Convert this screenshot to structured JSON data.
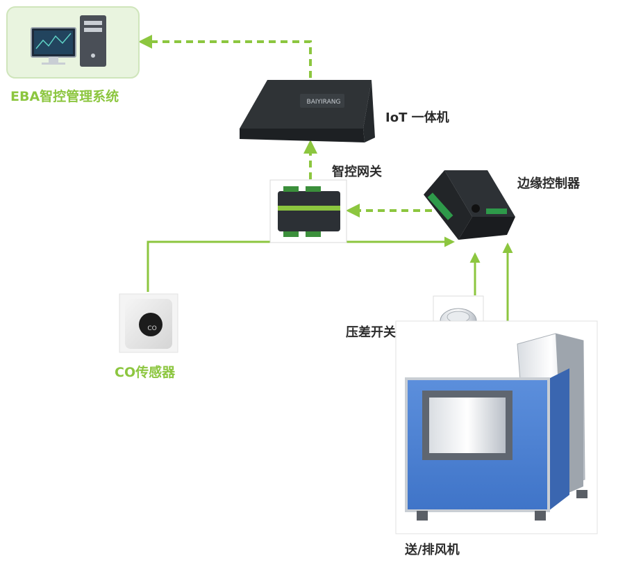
{
  "nodes": {
    "eba_system": {
      "label": "EBA智控管理系统"
    },
    "iot_unit": {
      "label": "IoT 一体机",
      "brand": "BAIYIRANG"
    },
    "gateway": {
      "label": "智控网关"
    },
    "edge_controller": {
      "label": "边缘控制器"
    },
    "co_sensor": {
      "label": "CO传感器",
      "device_text": "CO"
    },
    "pressure_switch": {
      "label": "压差开关"
    },
    "fan": {
      "label": "送/排风机"
    }
  },
  "colors": {
    "accent_green": "#8cc63f",
    "label_dark": "#2b2b2b",
    "panel_bg": "#e9f4df"
  }
}
